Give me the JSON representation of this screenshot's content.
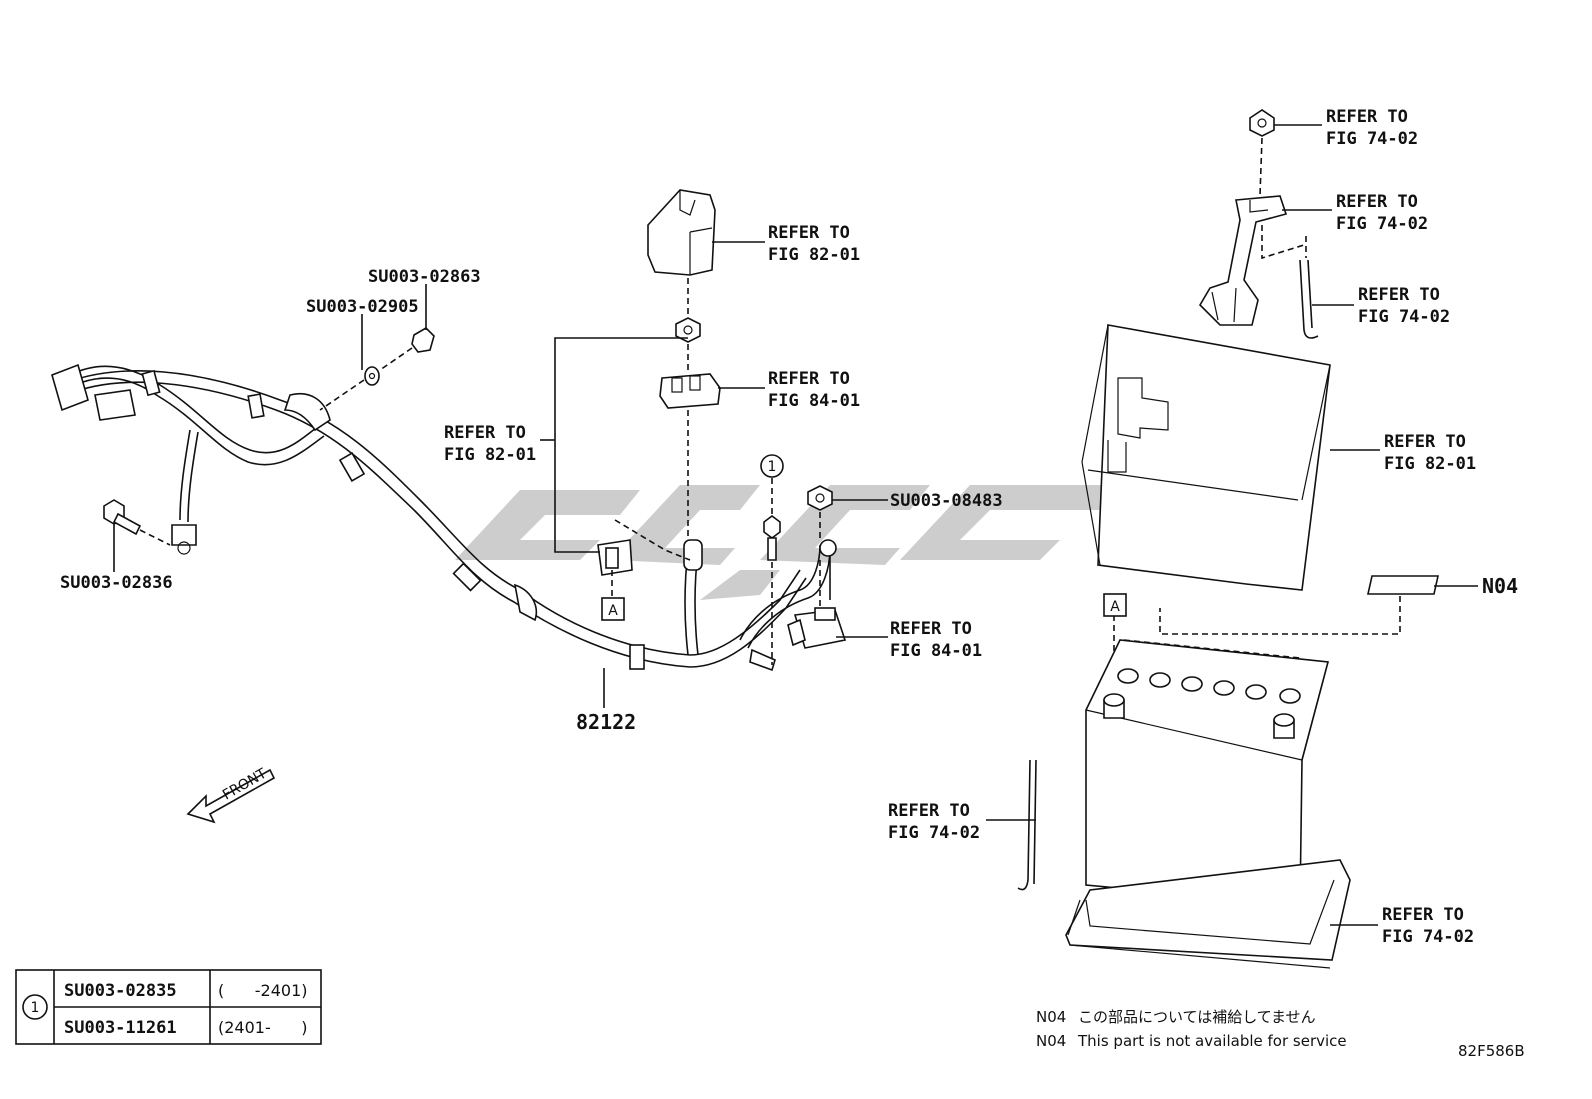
{
  "labels": {
    "refer_82_01_top": [
      "REFER TO",
      "FIG 82-01"
    ],
    "refer_84_01_top": [
      "REFER TO",
      "FIG 84-01"
    ],
    "refer_82_01_left": [
      "REFER TO",
      "FIG 82-01"
    ],
    "refer_84_01_right": [
      "REFER TO",
      "FIG 84-01"
    ],
    "refer_74_02_nut": [
      "REFER TO",
      "FIG 74-02"
    ],
    "refer_74_02_clamp": [
      "REFER TO",
      "FIG 74-02"
    ],
    "refer_74_02_rod": [
      "REFER TO",
      "FIG 74-02"
    ],
    "refer_82_01_cover": [
      "REFER TO",
      "FIG 82-01"
    ],
    "refer_74_02_bolt": [
      "REFER TO",
      "FIG 74-02"
    ],
    "refer_74_02_tray": [
      "REFER TO",
      "FIG 74-02"
    ]
  },
  "parts": {
    "su003_02863": "SU003-02863",
    "su003_02905": "SU003-02905",
    "su003_02836": "SU003-02836",
    "su003_08483": "SU003-08483",
    "main_part": "82122",
    "n04": "N04",
    "ref_a": "A",
    "ref_1": "1",
    "front": "FRONT"
  },
  "table": {
    "marker": "1",
    "rows": [
      {
        "part": "SU003-02835",
        "range": "(      -2401)"
      },
      {
        "part": "SU003-11261",
        "range": "(2401-      )"
      }
    ]
  },
  "notes": [
    {
      "code": "N04",
      "text": "この部品については補給してません"
    },
    {
      "code": "N04",
      "text": "This part is not available for service"
    }
  ],
  "figure_code": "82F586B"
}
